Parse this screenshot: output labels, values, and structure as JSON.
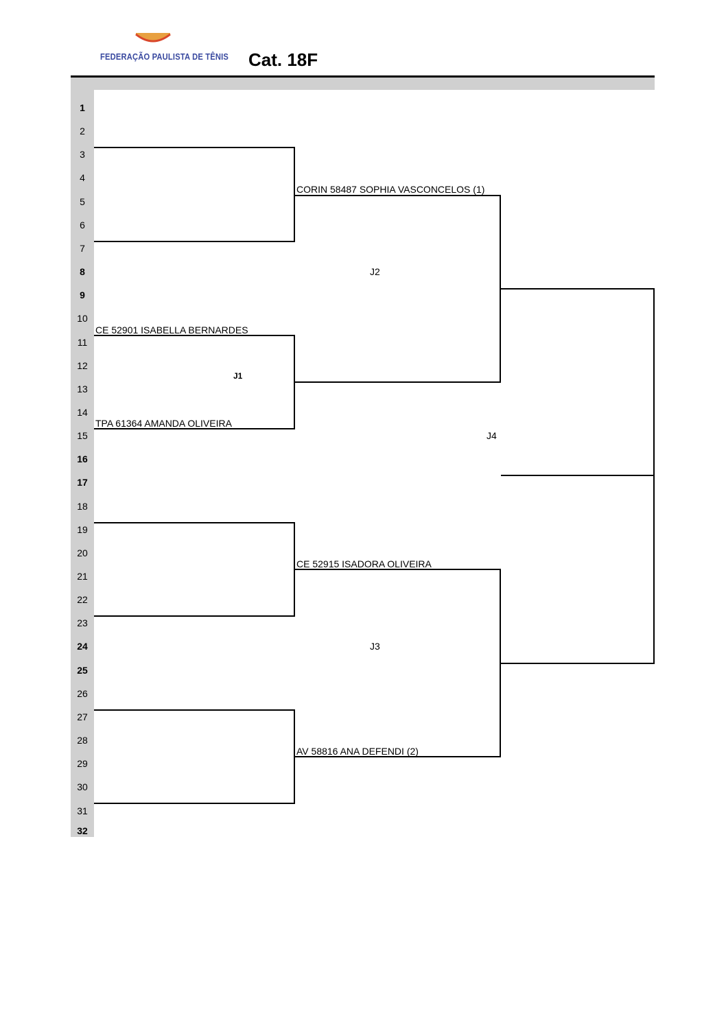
{
  "header": {
    "federation_name": "FEDERAÇÃO PAULISTA DE TÊNIS",
    "category_title": "Cat. 18F"
  },
  "rows": [
    "1",
    "2",
    "3",
    "4",
    "5",
    "6",
    "7",
    "8",
    "9",
    "10",
    "11",
    "12",
    "13",
    "14",
    "15",
    "16",
    "17",
    "18",
    "19",
    "20",
    "21",
    "22",
    "23",
    "24",
    "25",
    "26",
    "27",
    "28",
    "29",
    "30",
    "31",
    "32"
  ],
  "bold_rows": [
    "1",
    "8",
    "9",
    "16",
    "17",
    "24",
    "25",
    "32"
  ],
  "first_round": {
    "entry_1": "CE 52901 ISABELLA BERNARDES",
    "entry_2": "TPA 61364 AMANDA OLIVEIRA"
  },
  "second_round": {
    "entry_1": "CORIN 58487 SOPHIA VASCONCELOS (1)",
    "entry_2": "CE 52915 ISADORA OLIVEIRA",
    "entry_3": "AV 58816 ANA DEFENDI (2)"
  },
  "matches": {
    "j1": "J1",
    "j2": "J2",
    "j3": "J3",
    "j4": "J4"
  },
  "colors": {
    "logo_text": "#3a4aa0",
    "logo_ball": "#e8a040",
    "logo_ring": "#d9472b",
    "gray_band": "#d0d0d0"
  }
}
